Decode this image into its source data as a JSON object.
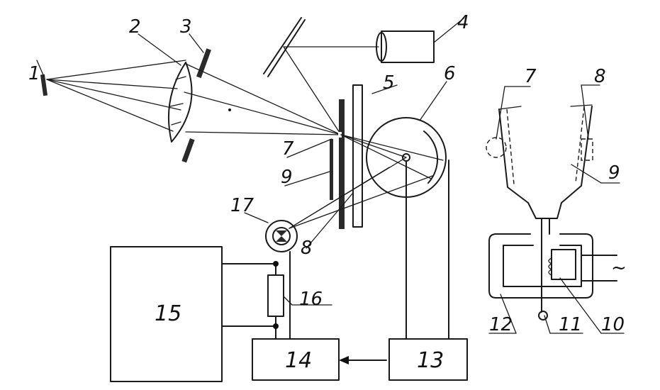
{
  "labels": {
    "l1": "1",
    "l2": "2",
    "l3": "3",
    "l4": "4",
    "l5": "5",
    "l6": "6",
    "l7": "7",
    "l9": "9",
    "l17": "17",
    "l8": "8",
    "l16": "16",
    "d7": "7",
    "d8": "8",
    "d9": "9",
    "d10": "10",
    "d11": "11",
    "d12": "12",
    "b15": "15",
    "b14": "14",
    "b13": "13"
  },
  "symbols": {
    "ac_source": "~"
  }
}
